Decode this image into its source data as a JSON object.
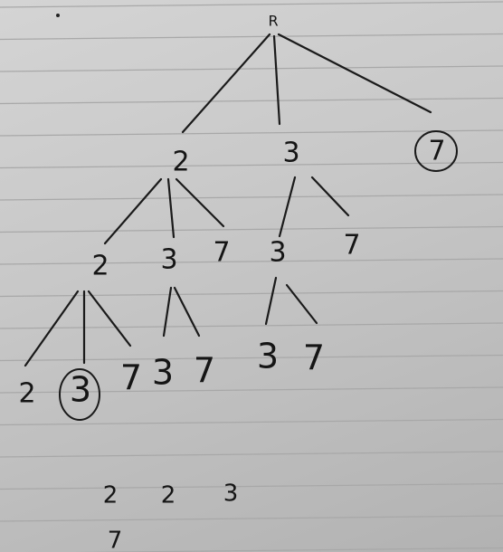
{
  "diagram": {
    "root": {
      "label": "R"
    },
    "level1": [
      "2",
      "3",
      "7"
    ],
    "level2": [
      "2",
      "3",
      "7",
      "3",
      "7"
    ],
    "level3": [
      "2",
      "3",
      "7",
      "3",
      "7",
      "3",
      "7"
    ],
    "bottom_notes": {
      "row1": [
        "2",
        "2",
        "3"
      ],
      "row2": [
        "7"
      ]
    },
    "circled_values": [
      "7",
      "3"
    ]
  }
}
